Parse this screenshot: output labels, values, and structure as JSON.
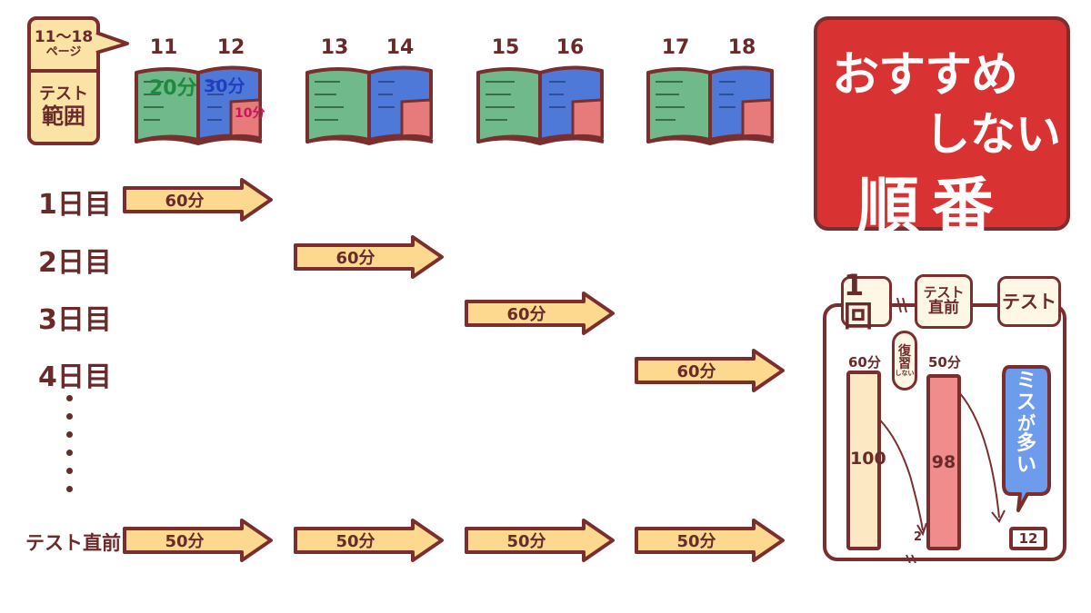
{
  "test_range": {
    "pages_line1": "11〜18",
    "pages_line2": "ページ",
    "label_line1": "テスト",
    "label_line2": "範囲"
  },
  "books": [
    {
      "left": "11",
      "right": "12",
      "time_left": "20分",
      "time_right_top": "30分",
      "time_right_bottom": "10分"
    },
    {
      "left": "13",
      "right": "14"
    },
    {
      "left": "15",
      "right": "16"
    },
    {
      "left": "17",
      "right": "18"
    }
  ],
  "days": [
    {
      "label": "1日目",
      "time": "60分"
    },
    {
      "label": "2日目",
      "time": "60分"
    },
    {
      "label": "3日目",
      "time": "60分"
    },
    {
      "label": "4日目",
      "time": "60分"
    }
  ],
  "before_test": {
    "label": "テスト直前",
    "times": [
      "50分",
      "50分",
      "50分",
      "50分"
    ]
  },
  "not_recommended": {
    "line1": "おすすめ",
    "line2": "しない",
    "line3": "順番"
  },
  "summary": {
    "stage_first": "1回",
    "stage_before_1": "テスト",
    "stage_before_2": "直前",
    "stage_test": "テスト",
    "note": [
      "復",
      "習",
      "しない"
    ],
    "balloon": [
      "ミ",
      "ス",
      "が",
      "多",
      "い"
    ]
  },
  "chart_data": {
    "type": "bar",
    "categories": [
      "1回",
      "テスト直前",
      "テスト"
    ],
    "series": [
      {
        "values": [
          100,
          98,
          12
        ]
      }
    ],
    "time_labels": [
      "60分",
      "50分"
    ],
    "loss_labels": [
      "2"
    ],
    "colors": {
      "first": "#fce8c2",
      "before": "#f08c8c",
      "balloon": "#6e9cec"
    }
  },
  "colors": {
    "text": "#6b2a2a",
    "outline": "#7a2e2e",
    "arrow_fill": "#fcd98f",
    "red_panel": "#d83232",
    "book_green": "#6fb98a",
    "book_blue": "#4f79d9",
    "book_red": "#e77b7b"
  }
}
